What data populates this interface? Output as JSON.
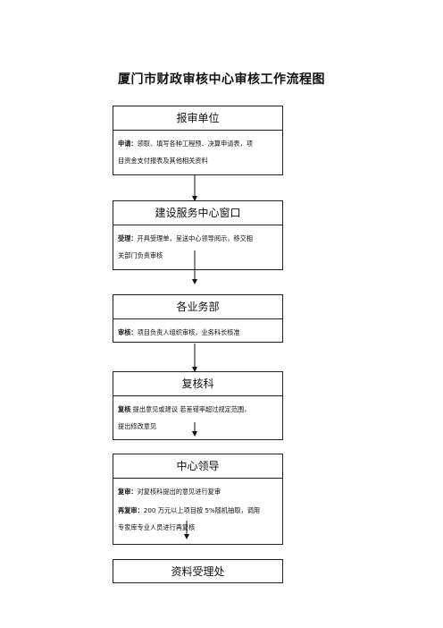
{
  "title": "厦门市财政审核中心审核工作流程图",
  "steps": [
    {
      "name": "报审单位",
      "lines": [
        {
          "label": "申请：",
          "text": "领取、填写各种工程预、决算申请表，项"
        },
        {
          "label": "",
          "text": "目资金支付报表及其他相关资料"
        }
      ]
    },
    {
      "name": "建设服务中心窗口",
      "lines": [
        {
          "label": "受理：",
          "text": "开具受理单，呈送中心领导阅示，移交相"
        },
        {
          "label": "",
          "text": "关部门负责审核"
        }
      ]
    },
    {
      "name": "各业务部",
      "lines": [
        {
          "label": "审核：",
          "text": "项目负责人组织审核，业务科长核准"
        }
      ]
    },
    {
      "name": "复核科",
      "lines": [
        {
          "label": "复核",
          "text": " 提出意见或建议 若差错率超过规定范围，"
        },
        {
          "label": "",
          "text": "提出修改意见"
        }
      ]
    },
    {
      "name": "中心领导",
      "lines": [
        {
          "label": "复审：",
          "text": "对复核科提出的意见进行复审"
        },
        {
          "label": "再复审：",
          "text": "200 万元以上项目按 5%随机抽取，调用"
        },
        {
          "label": "",
          "text": "专家库专业人员进行再复核"
        }
      ]
    },
    {
      "name": "资料受理处",
      "lines": []
    }
  ]
}
